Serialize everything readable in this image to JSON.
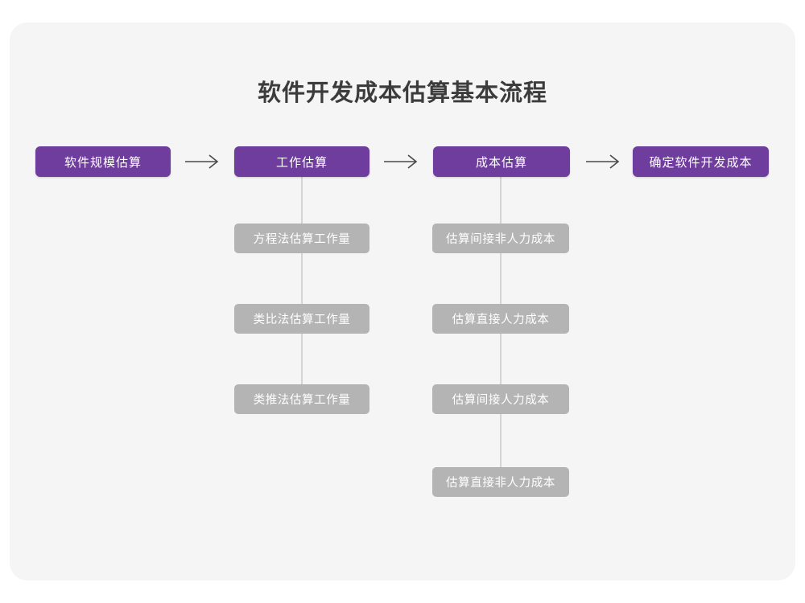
{
  "diagram": {
    "type": "flowchart",
    "title": "软件开发成本估算基本流程",
    "background_color": "#f5f5f5",
    "page_color": "#ffffff",
    "primary_color": "#6f3d9e",
    "secondary_color": "#b4b4b4",
    "connector_color": "#c9c9c9",
    "main_flow": [
      {
        "id": "step1",
        "label": "软件规模估算"
      },
      {
        "id": "step2",
        "label": "工作估算"
      },
      {
        "id": "step3",
        "label": "成本估算"
      },
      {
        "id": "step4",
        "label": "确定软件开发成本"
      }
    ],
    "arrows": [
      {
        "id": "arrow1",
        "glyph": "arrow-right-icon",
        "from": "step1",
        "to": "step2"
      },
      {
        "id": "arrow2",
        "glyph": "arrow-right-icon",
        "from": "step2",
        "to": "step3"
      },
      {
        "id": "arrow3",
        "glyph": "arrow-right-icon",
        "from": "step3",
        "to": "step4"
      }
    ],
    "branches": [
      {
        "id": "branch-work",
        "parent": "step2",
        "items": [
          {
            "label": "方程法估算工作量"
          },
          {
            "label": "类比法估算工作量"
          },
          {
            "label": "类推法估算工作量"
          }
        ]
      },
      {
        "id": "branch-cost",
        "parent": "step3",
        "items": [
          {
            "label": "估算间接非人力成本"
          },
          {
            "label": "估算直接人力成本"
          },
          {
            "label": "估算间接人力成本"
          },
          {
            "label": "估算直接非人力成本"
          }
        ]
      }
    ]
  }
}
